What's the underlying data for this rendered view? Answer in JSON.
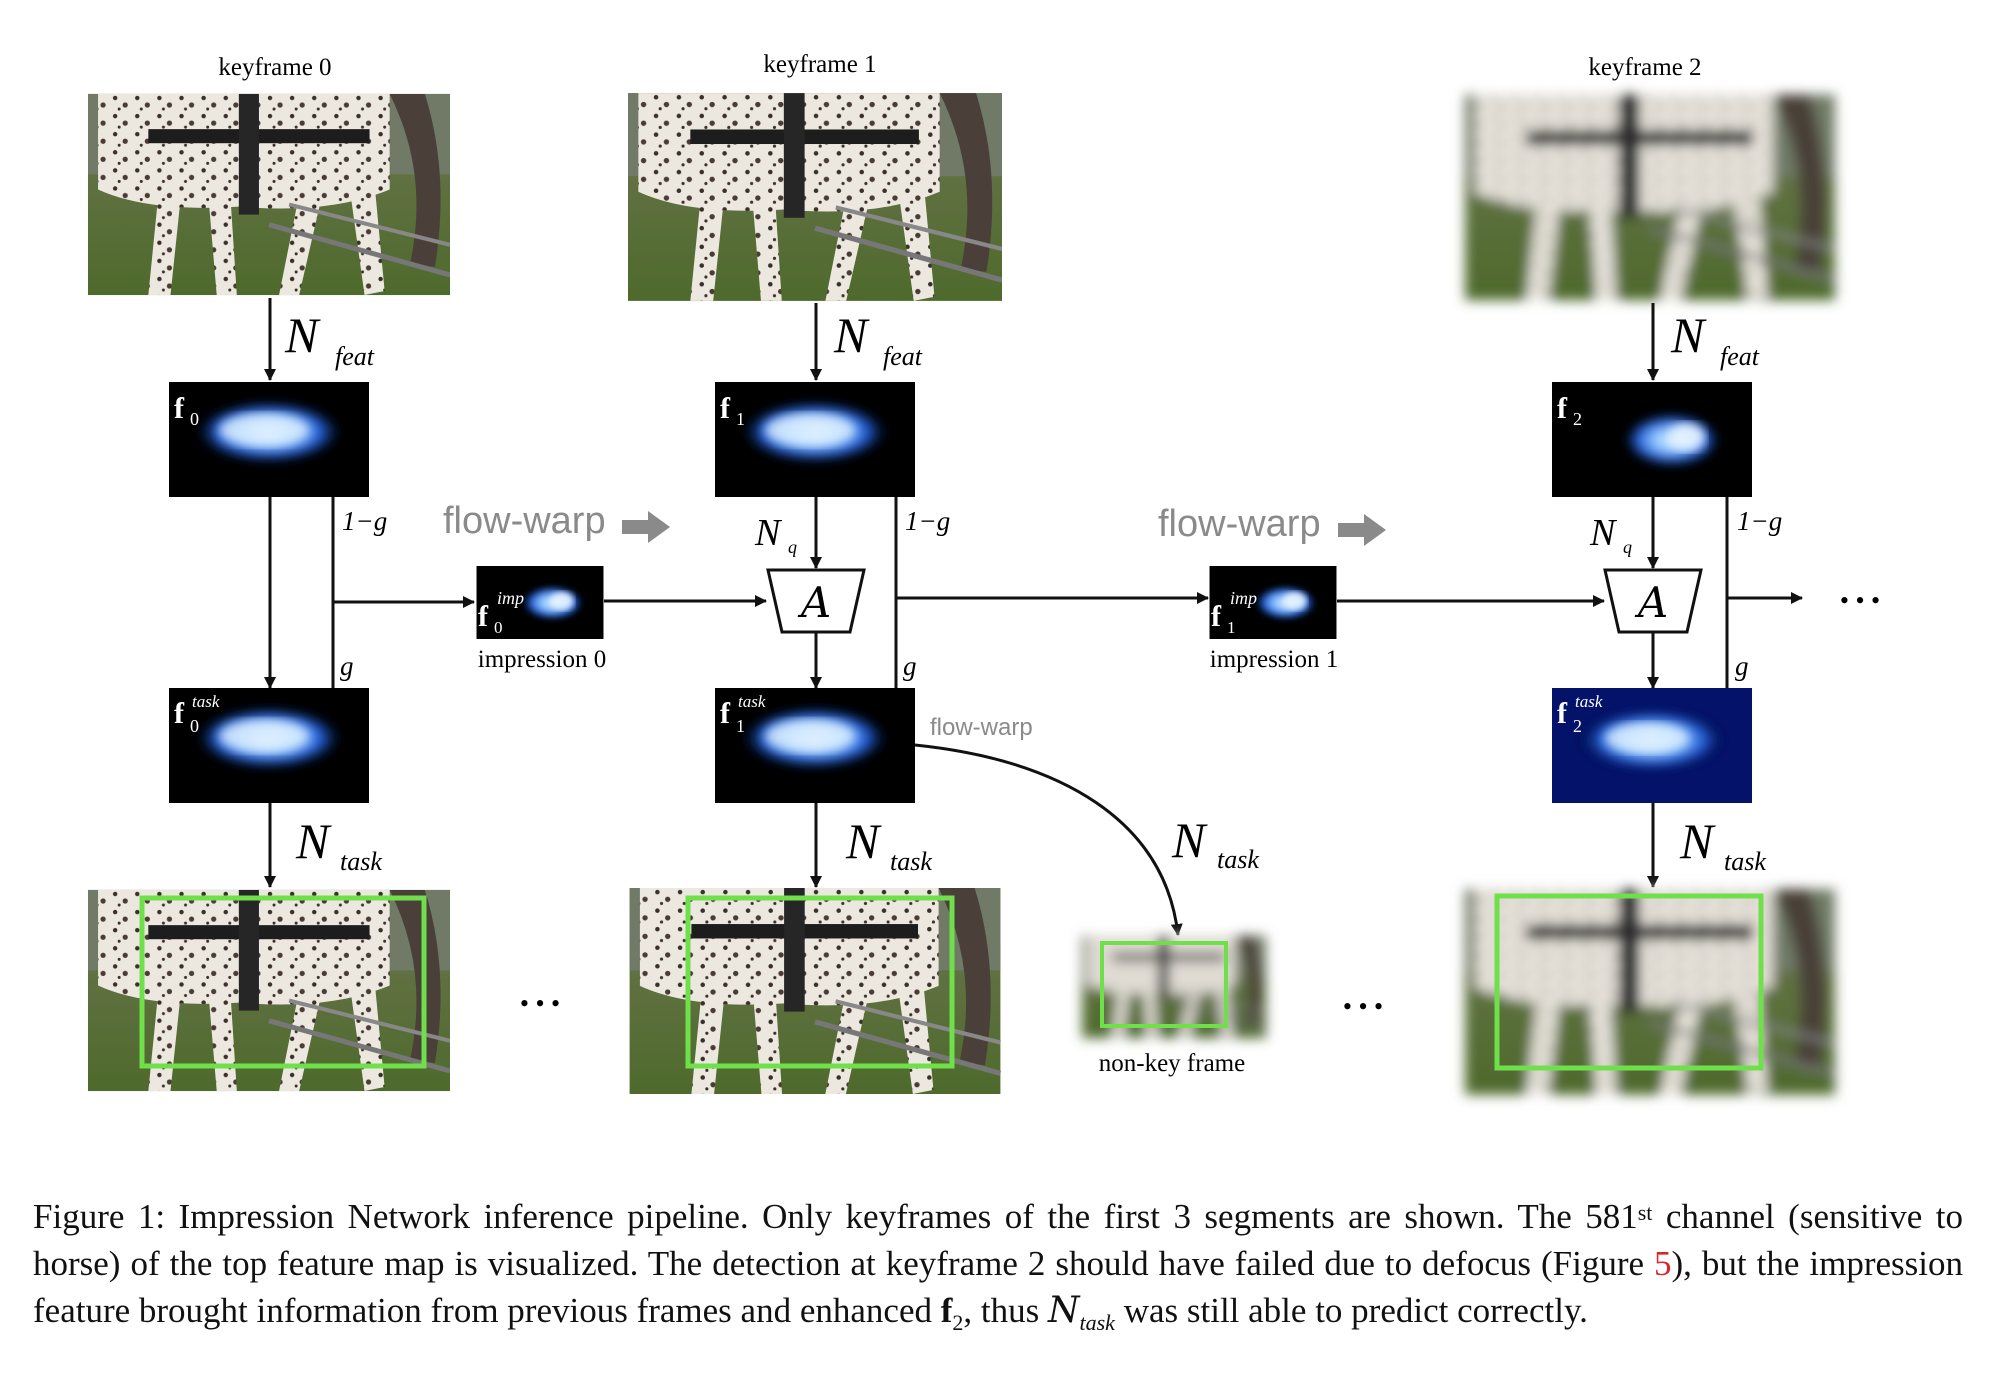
{
  "figure": {
    "keyframe_labels": [
      "keyframe 0",
      "keyframe 1",
      "keyframe 2"
    ],
    "n_symbol": "N",
    "a_symbol": "A",
    "feat_sub": "feat",
    "task_sub": "task",
    "q_sub": "q",
    "one_minus_g": "1−g",
    "g": "g",
    "flow_warp_big": "flow-warp",
    "flow_warp_small": "flow-warp",
    "f_symbol": "f",
    "feature_subs": [
      "0",
      "1",
      "2"
    ],
    "imp_sup": "imp",
    "task_sup": "task",
    "impression_labels": [
      "impression 0",
      "impression 1"
    ],
    "non_key_label": "non-key frame",
    "ellipsis": "• • •",
    "colors": {
      "box": "#6fe04a",
      "heat": "#1f5cd6",
      "warp_text": "#8a8a8a"
    }
  },
  "caption": {
    "p1": "Figure 1: Impression Network inference pipeline.  Only keyframes of the first 3 segments are shown.  The 581",
    "p1_sup": "st",
    "p2": " channel (sensitive to horse) of the top feature map is visualized.  The detection at keyframe 2 should have failed due to defocus (Figure ",
    "ref": "5",
    "p3": "), but the impression feature brought information from previous frames and enhanced ",
    "f_bold": "f",
    "f_sub": "2",
    "p4": ", thus ",
    "n_sym": "N",
    "n_sub": "task",
    "p5": " was still able to predict correctly."
  }
}
